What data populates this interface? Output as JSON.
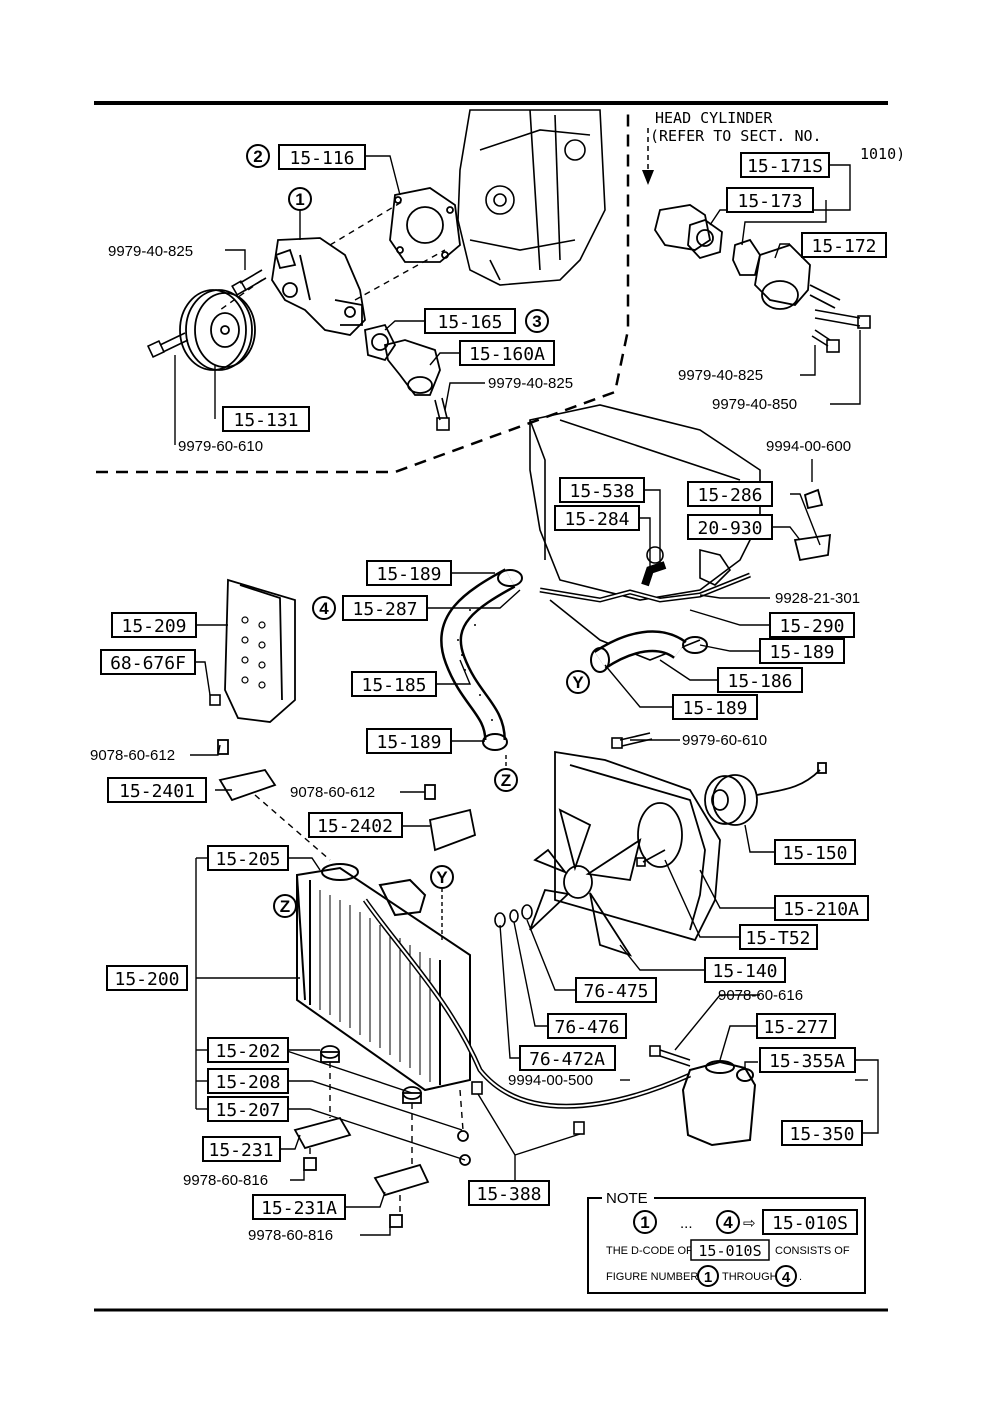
{
  "header": {
    "line1": "HEAD CYLINDER",
    "line2": "(REFER TO SECT. NO.",
    "line3": "1010)"
  },
  "callouts": {
    "c1": "1",
    "c2": "2",
    "c3": "3",
    "c4": "4",
    "y": "Y",
    "z": "Z"
  },
  "parts": {
    "p15_116": "15-116",
    "p15_165": "15-165",
    "p15_160A": "15-160A",
    "p15_131": "15-131",
    "p15_171S": "15-171S",
    "p15_173": "15-173",
    "p15_172": "15-172",
    "p15_538": "15-538",
    "p15_284": "15-284",
    "p15_286": "15-286",
    "p20_930": "20-930",
    "p15_189a": "15-189",
    "p15_287": "15-287",
    "p15_290": "15-290",
    "p15_189b": "15-189",
    "p15_186": "15-186",
    "p15_189c": "15-189",
    "p15_185": "15-185",
    "p15_189d": "15-189",
    "p15_209": "15-209",
    "p68_676F": "68-676F",
    "p15_2401": "15-2401",
    "p15_2402": "15-2402",
    "p15_205": "15-205",
    "p15_200": "15-200",
    "p15_202": "15-202",
    "p15_208": "15-208",
    "p15_207": "15-207",
    "p15_231": "15-231",
    "p15_231A": "15-231A",
    "p15_388": "15-388",
    "p15_150": "15-150",
    "p15_210A": "15-210A",
    "p15_T52": "15-T52",
    "p15_140": "15-140",
    "p76_475": "76-475",
    "p76_476": "76-476",
    "p76_472A": "76-472A",
    "p15_277": "15-277",
    "p15_355A": "15-355A",
    "p15_350": "15-350"
  },
  "numbers": {
    "n1": "9979-40-825",
    "n2": "9979-60-610",
    "n3": "9979-40-825",
    "n4": "9979-40-825",
    "n5": "9979-40-850",
    "n6": "9994-00-600",
    "n7": "9928-21-301",
    "n8": "9078-60-612",
    "n9": "9078-60-612",
    "n10": "9979-60-610",
    "n11": "9078-60-616",
    "n12": "9994-00-500",
    "n13": "9978-60-816",
    "n14": "9978-60-816"
  },
  "note": {
    "title": "NOTE",
    "c1": "1",
    "dots": "...",
    "c4": "4",
    "arrow": "⇨",
    "code": "15-010S",
    "line2a": "THE D-CODE OF",
    "line2code": "15-010S",
    "line2b": "CONSISTS OF",
    "line3a": "FIGURE NUMBERS",
    "line3c1": "1",
    "line3b": "THROUGH",
    "line3c4": "4",
    "line3end": "."
  }
}
